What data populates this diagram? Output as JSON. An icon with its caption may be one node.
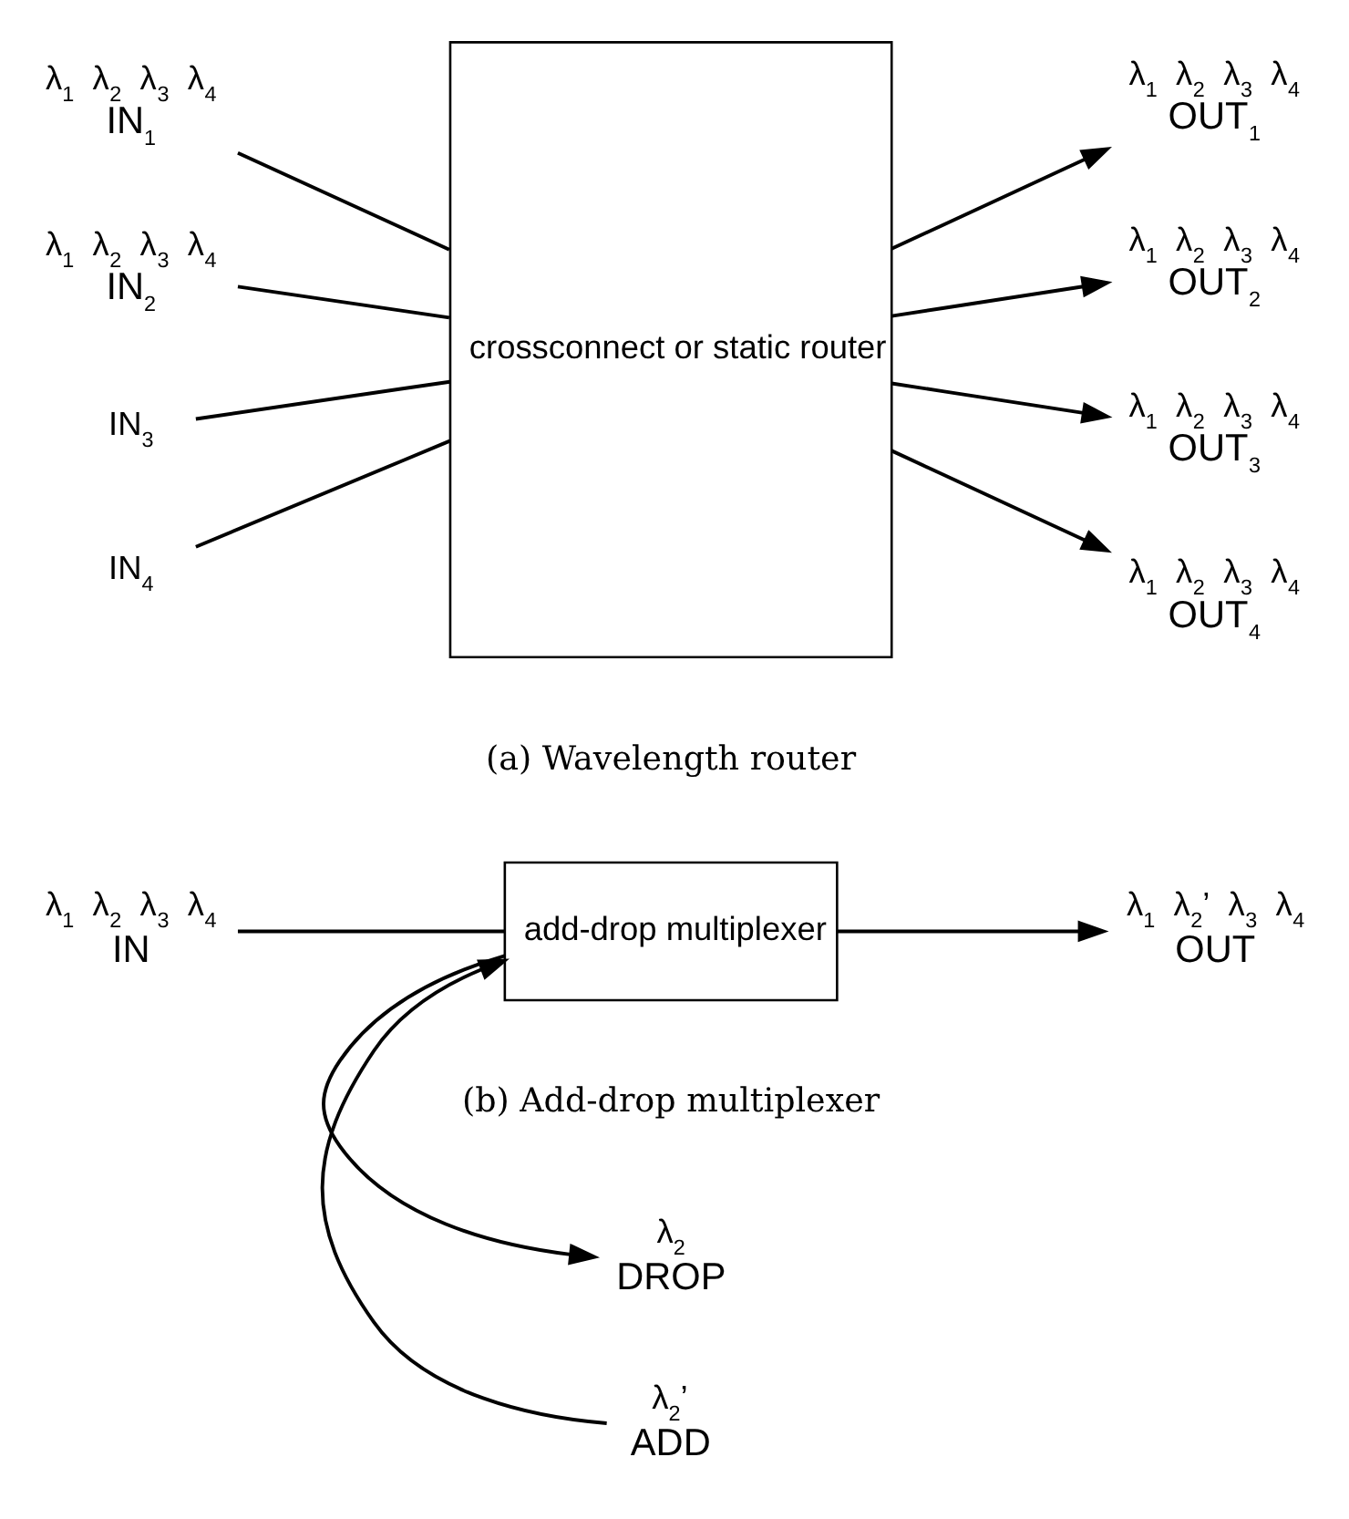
{
  "diagram": {
    "nodes": [
      {
        "text": [
          "IN$_{1}$"
        ],
        "beside": [
          "λ$_{1}$",
          "λ$_{2}$",
          "λ$_{3}$",
          "λ$_{4}$"
        ]
      },
      {
        "text": [
          "IN$_{2}$"
        ],
        "beside": [
          "λ$_{1}$",
          "λ$_{2}$",
          "λ$_{3}$",
          "λ$_{4}$"
        ]
      },
      {
        "text": [
          "IN$_{3}$"
        ]
      },
      {
        "text": [
          "IN$_{4}$"
        ]
      },
      {
        "text": [
          "crossconnect or static router"
        ]
      },
      {
        "text": [
          "OUT$_{1}$"
        ],
        "beside": [
          "λ$_{1}$",
          "λ$_{2}$",
          "λ$_{3}$",
          "λ$_{4}$"
        ]
      },
      {
        "text": [
          "OUT$_{2}$"
        ],
        "beside": [
          "λ$_{1}$",
          "λ$_{2}$",
          "λ$_{3}$",
          "λ$_{4}$"
        ]
      },
      {
        "text": [
          "OUT$_{3}$"
        ],
        "beside": [
          "λ$_{1}$",
          "λ$_{2}$",
          "λ$_{3}$",
          "λ$_{4}$"
        ]
      },
      {
        "text": [
          "OUT$_{4}$"
        ],
        "beside": [
          "λ$_{1}$",
          "λ$_{2}$",
          "λ$_{3}$",
          "λ$_{4}$"
        ]
      },
      {
        "text": [
          "DROP"
        ],
        "beside": [
          "λ$_{2}$"
        ]
      },
      {
        "text": [
          "ADD"
        ],
        "beside": [
          "λ$_{2}$’"
        ]
      },
      {
        "text": [
          "IN"
        ],
        "beside": [
          "λ$_{1}$",
          "λ$_{2}$",
          "λ$_{3}$",
          "λ$_{4}$"
        ]
      },
      {
        "text": [
          "add-drop multiplexer"
        ]
      },
      {
        "text": [
          "OUT"
        ],
        "beside": [
          "λ$_{1}$",
          "λ$_{2}$’",
          "λ$_{3}$",
          "λ$_{4}$"
        ]
      }
    ],
    "edges": [
      {
        "from": 0,
        "to": 4,
        "arrow": "none"
      },
      {
        "from": 1,
        "to": 4,
        "arrow": "none"
      },
      {
        "from": 2,
        "to": 4,
        "arrow": "none"
      },
      {
        "from": 3,
        "to": 4,
        "arrow": "none"
      },
      {
        "from": 4,
        "to": 5,
        "arrow": "to"
      },
      {
        "from": 4,
        "to": 6,
        "arrow": "to"
      },
      {
        "from": 4,
        "to": 7,
        "arrow": "to"
      },
      {
        "from": 4,
        "to": 8,
        "arrow": "to"
      },
      {
        "from": 12,
        "to": 9,
        "arrow": "to"
      },
      {
        "from": 10,
        "to": 12,
        "arrow": "to"
      },
      {
        "from": 11,
        "to": 12,
        "arrow": "none"
      },
      {
        "from": 12,
        "to": 13,
        "arrow": "to"
      }
    ],
    "labels": [
      "(a) Wavelength router",
      "(b) Add-drop multiplexer"
    ]
  }
}
